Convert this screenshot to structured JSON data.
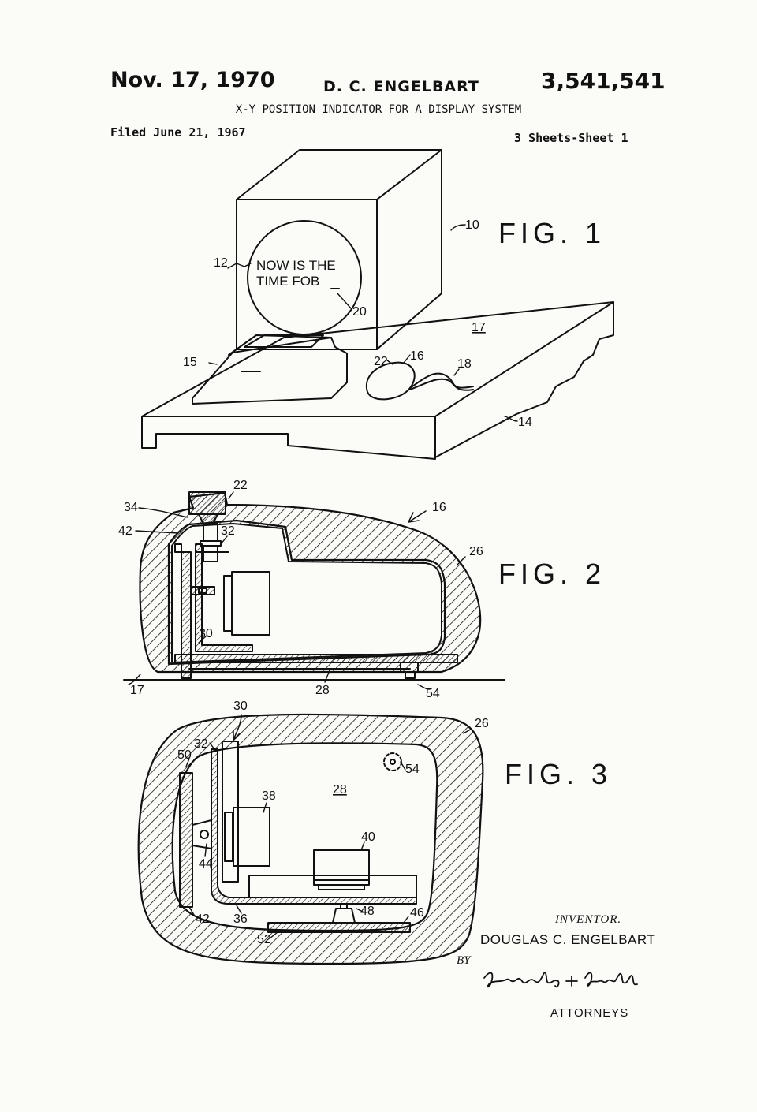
{
  "header": {
    "date": "Nov. 17, 1970",
    "inventor_short": "D. C. ENGELBART",
    "patent_number": "3,541,541",
    "title": "X-Y POSITION INDICATOR FOR A DISPLAY SYSTEM",
    "filed": "Filed June 21, 1967",
    "sheets": "3 Sheets-Sheet 1"
  },
  "fig1": {
    "label": "FIG. 1",
    "screen_text_line1": "NOW IS THE",
    "screen_text_line2": "TIME FOB",
    "refs": {
      "r10": "10",
      "r12": "12",
      "r14": "14",
      "r15": "15",
      "r16": "16",
      "r17": "17",
      "r18": "18",
      "r20": "20",
      "r22": "22"
    }
  },
  "fig2": {
    "label": "FIG. 2",
    "refs": {
      "r16": "16",
      "r17": "17",
      "r22": "22",
      "r26": "26",
      "r28": "28",
      "r30": "30",
      "r32": "32",
      "r34": "34",
      "r42": "42",
      "r54": "54"
    }
  },
  "fig3": {
    "label": "FIG. 3",
    "refs": {
      "r26": "26",
      "r28": "28",
      "r30": "30",
      "r32": "32",
      "r36": "36",
      "r38": "38",
      "r40": "40",
      "r42": "42",
      "r44": "44",
      "r46": "46",
      "r48": "48",
      "r50": "50",
      "r52": "52",
      "r54": "54"
    }
  },
  "footer": {
    "inventor_label": "INVENTOR.",
    "inventor_name": "DOUGLAS C. ENGELBART",
    "by": "BY",
    "signature": "Lindenberg + Freilich",
    "attorneys": "ATTORNEYS"
  },
  "colors": {
    "paper": "#fbfbf8",
    "ink": "#111111"
  }
}
